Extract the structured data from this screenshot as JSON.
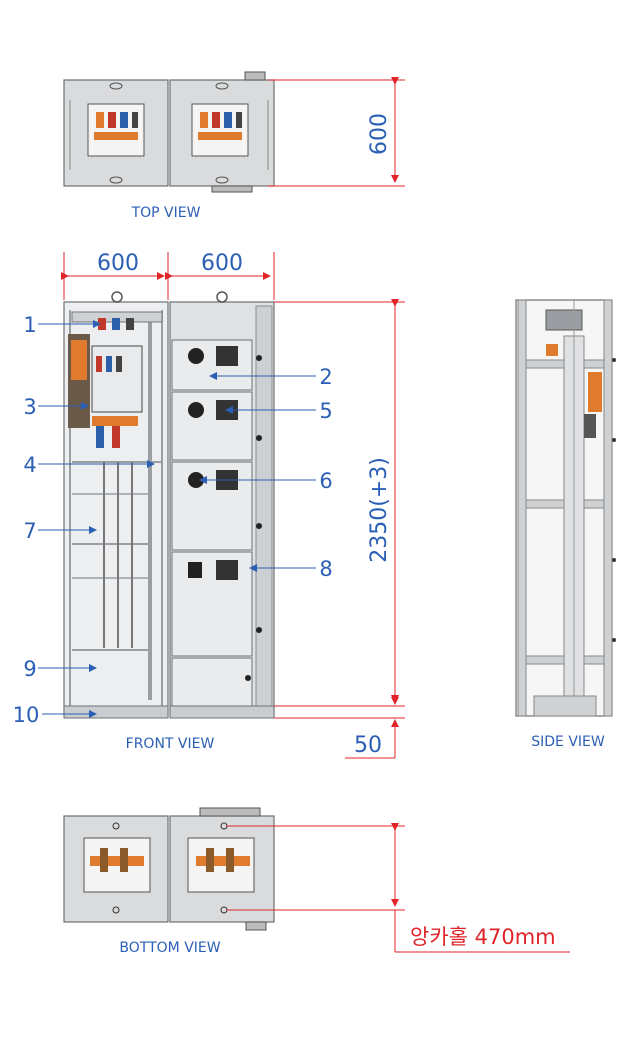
{
  "views": {
    "top": "TOP VIEW",
    "front": "FRONT VIEW",
    "side": "SIDE VIEW",
    "bottom": "BOTTOM VIEW"
  },
  "dimensions": {
    "top_depth": "600",
    "front_width_left": "600",
    "front_width_right": "600",
    "height": "2350(+3)",
    "base": "50",
    "anchor_hole": "앙카홀 470mm"
  },
  "callouts": [
    "1",
    "2",
    "3",
    "4",
    "5",
    "6",
    "7",
    "8",
    "9",
    "10"
  ],
  "colors": {
    "label_blue": "#2b5fb5",
    "dimension_red": "#e0242a",
    "panel_gray": "#d9dbdd",
    "frame_gray": "#9a9ea3",
    "copper_orange": "#e07a2c"
  }
}
